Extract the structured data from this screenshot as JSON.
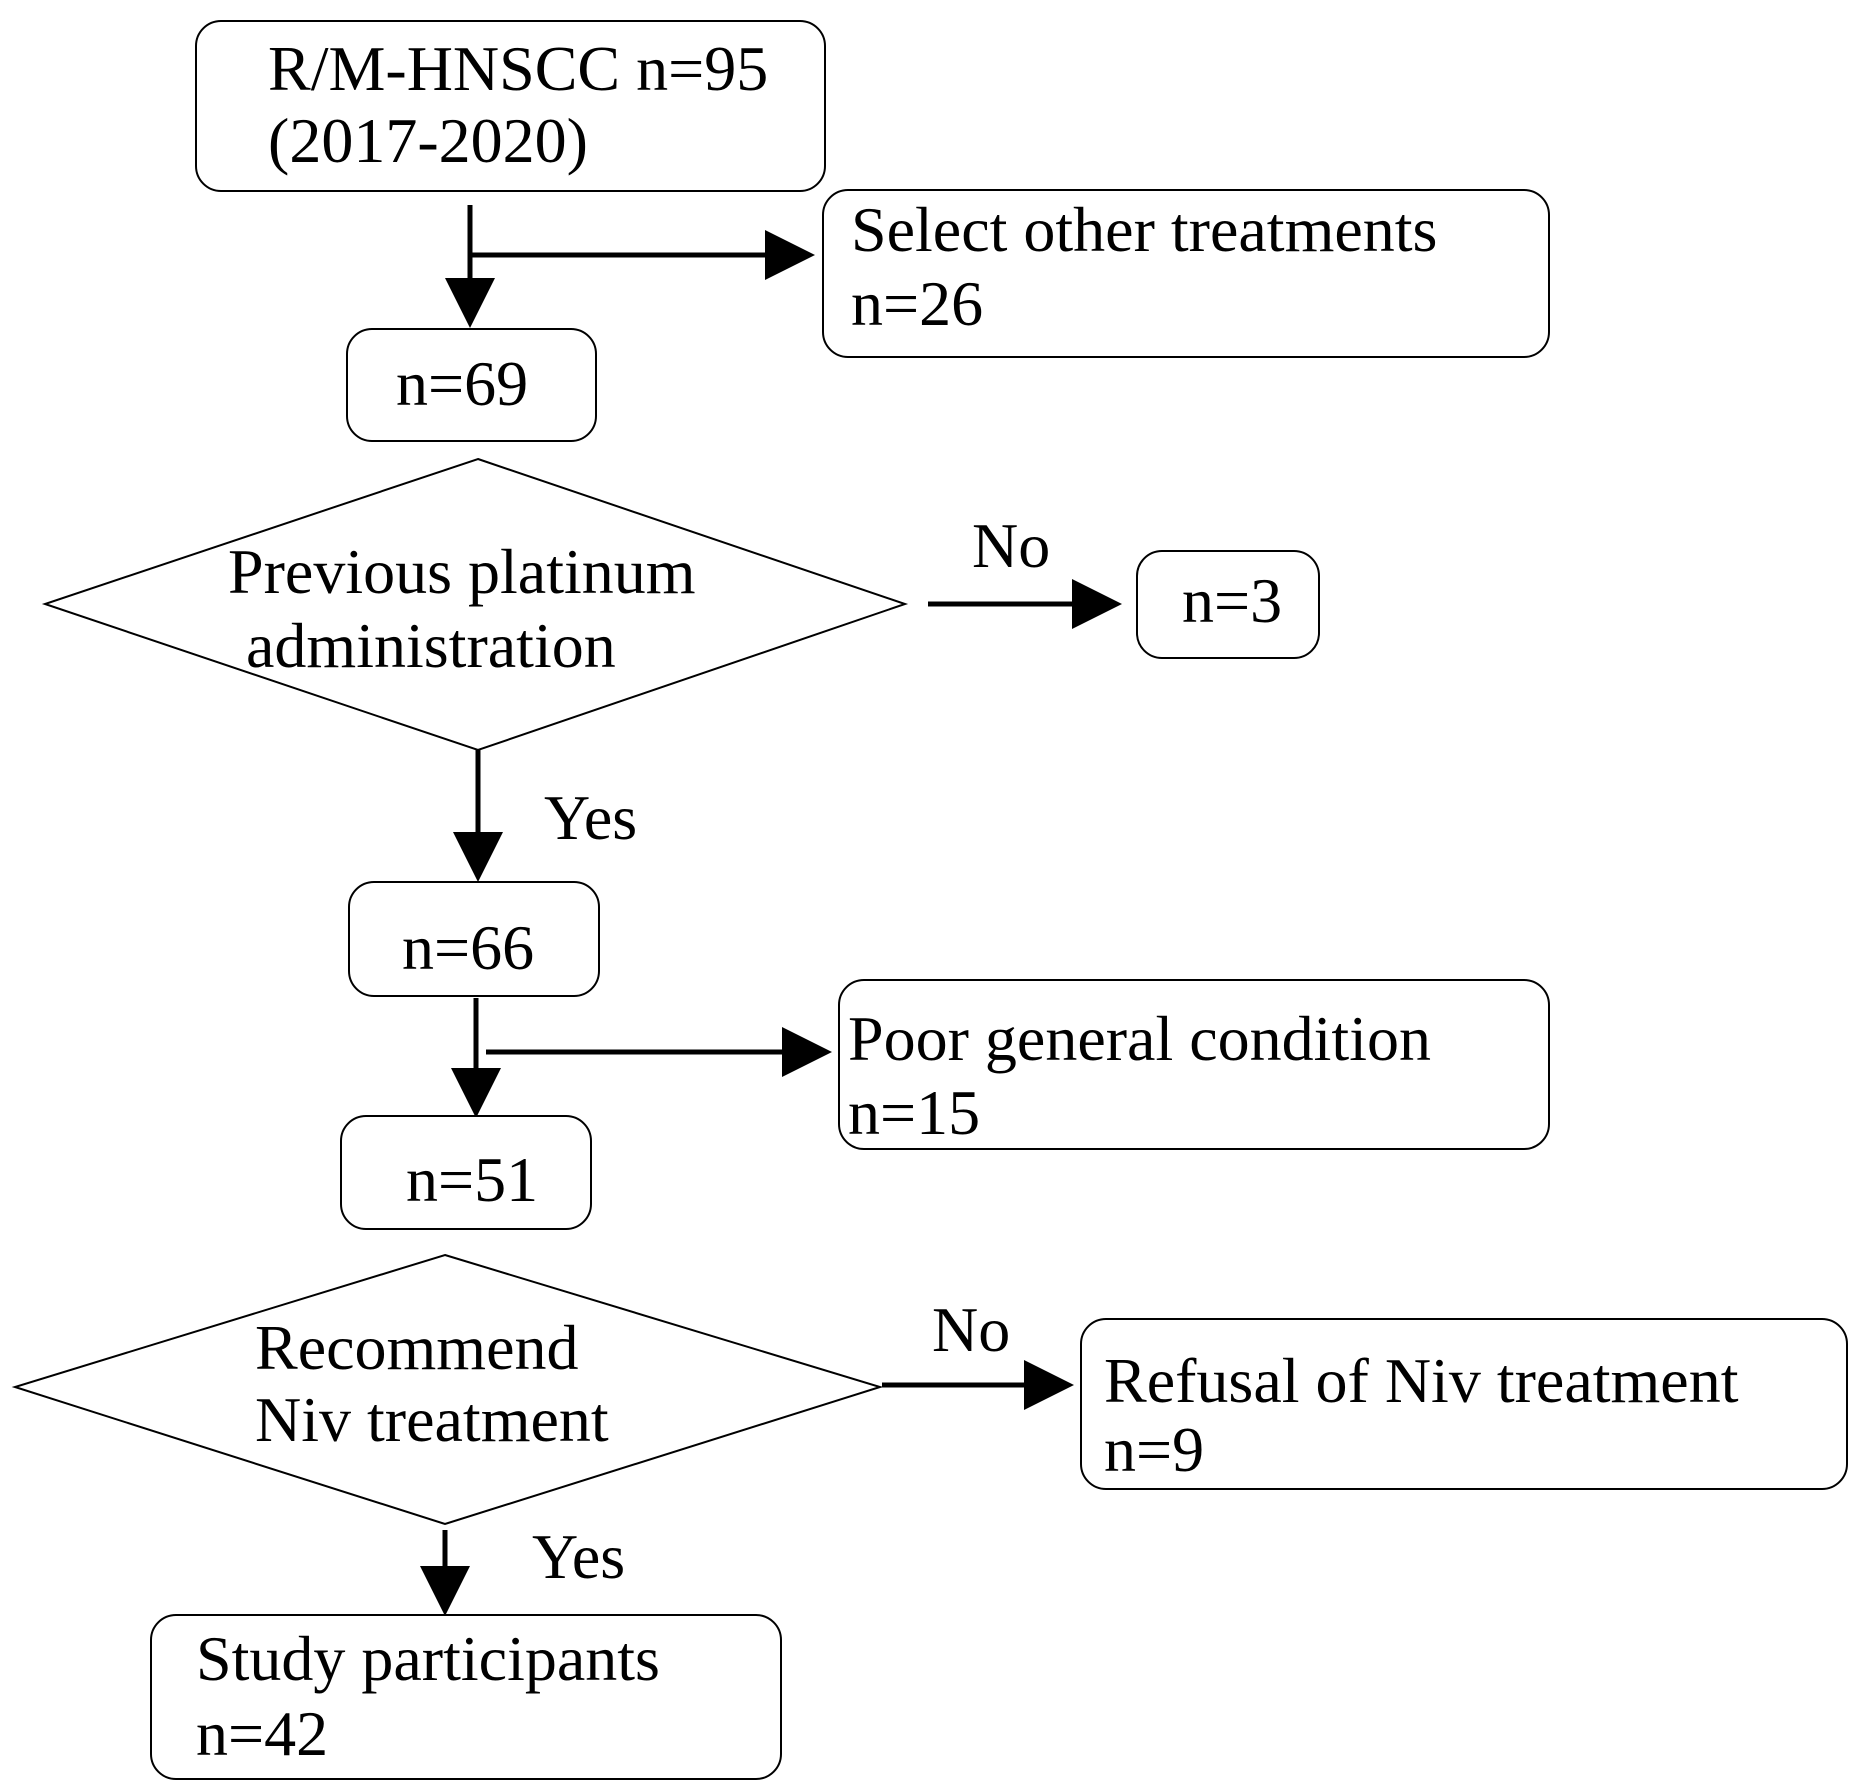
{
  "nodes": {
    "start": {
      "line1": "R/M-HNSCC n=95",
      "line2": "(2017-2020)"
    },
    "other_treatments": {
      "line1": "Select other treatments",
      "line2": "n=26"
    },
    "n69": {
      "label": "n=69"
    },
    "platinum_decision": {
      "line1": "Previous platinum",
      "line2": "administration"
    },
    "n3": {
      "label": "n=3"
    },
    "n66": {
      "label": "n=66"
    },
    "poor_condition": {
      "line1": "Poor general condition",
      "line2": "n=15"
    },
    "n51": {
      "label": "n=51"
    },
    "niv_decision": {
      "line1": "Recommend",
      "line2": "Niv treatment"
    },
    "refusal": {
      "line1": "Refusal of Niv treatment",
      "line2": "n=9"
    },
    "participants": {
      "line1": "Study participants",
      "line2": "n=42"
    }
  },
  "edges": {
    "platinum_no": "No",
    "platinum_yes": "Yes",
    "niv_no": "No",
    "niv_yes": "Yes"
  }
}
